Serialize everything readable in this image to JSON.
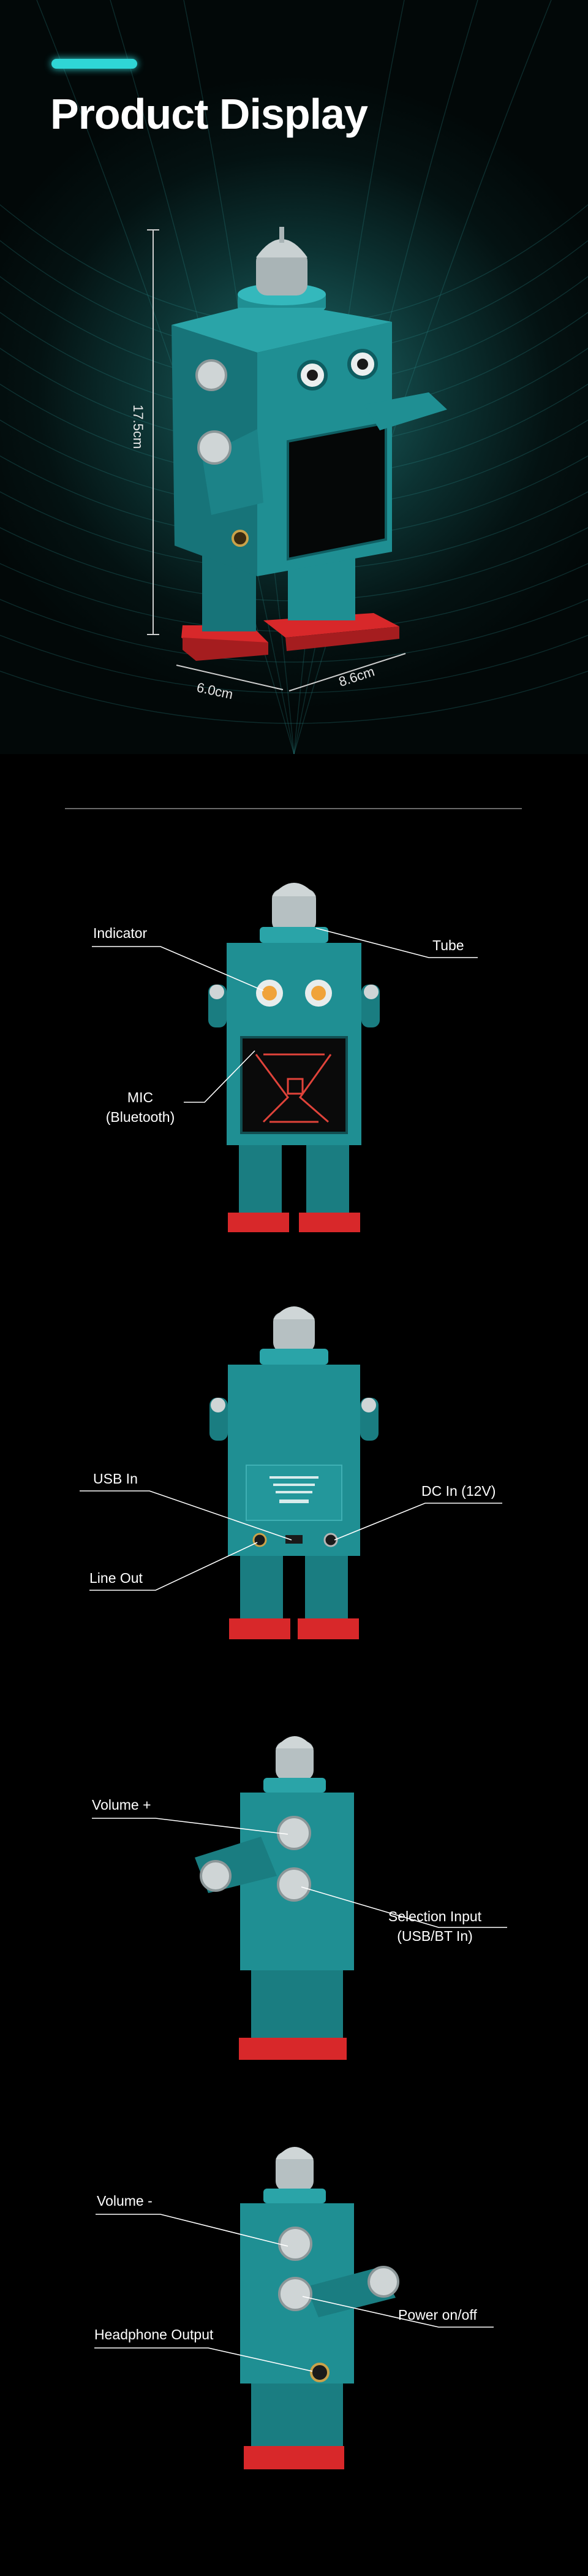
{
  "header": {
    "title": "Product Display"
  },
  "dimensions": {
    "height": "17.5cm",
    "width": "6.0cm",
    "depth": "8.6cm"
  },
  "views": {
    "front": {
      "indicator": "Indicator",
      "tube": "Tube",
      "mic_line1": "MIC",
      "mic_line2": "(Bluetooth)"
    },
    "back": {
      "usb_in": "USB In",
      "dc_in": "DC In (12V)",
      "line_out": "Line Out"
    },
    "side_right": {
      "volume_plus": "Volume +",
      "selection_line1": "Selection Input",
      "selection_line2": "(USB/BT In)"
    },
    "side_left": {
      "volume_minus": "Volume -",
      "power": "Power on/off",
      "headphone": "Headphone Output"
    }
  },
  "colors": {
    "accent": "#2fd6d6",
    "robot_body": "#1f8f93",
    "robot_feet": "#d8282a",
    "background": "#000000"
  }
}
